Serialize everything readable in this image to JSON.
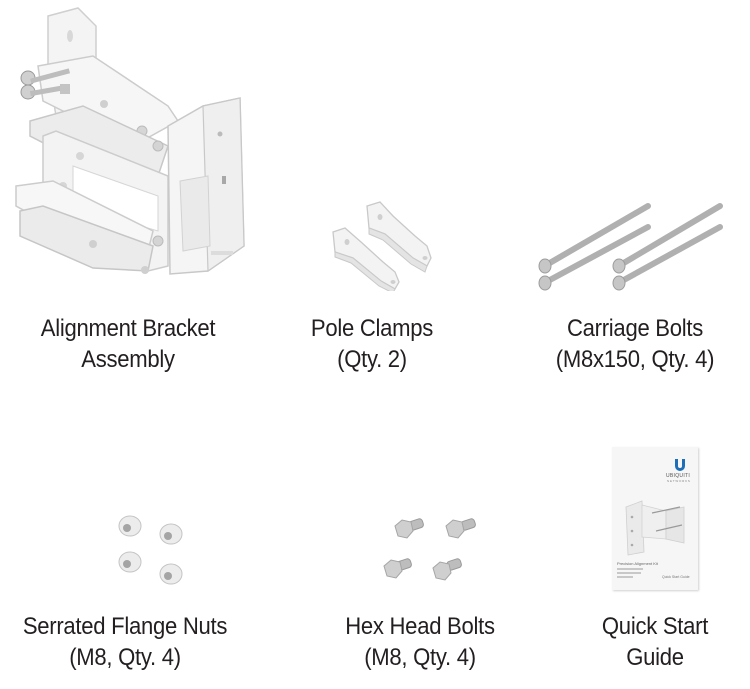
{
  "items": [
    {
      "id": "alignment-bracket",
      "icon": "bracket-assembly-illustration",
      "line1": "Alignment Bracket",
      "line2": "Assembly"
    },
    {
      "id": "pole-clamps",
      "icon": "pole-clamp-illustration",
      "line1": "Pole Clamps",
      "line2": "(Qty. 2)"
    },
    {
      "id": "carriage-bolts",
      "icon": "carriage-bolt-illustration",
      "line1": "Carriage Bolts",
      "line2": "(M8x150, Qty. 4)"
    },
    {
      "id": "serrated-flange-nuts",
      "icon": "flange-nut-illustration",
      "line1": "Serrated Flange Nuts",
      "line2": "(M8, Qty. 4)"
    },
    {
      "id": "hex-head-bolts",
      "icon": "hex-bolt-illustration",
      "line1": "Hex Head Bolts",
      "line2": "(M8, Qty. 4)"
    },
    {
      "id": "quick-start-guide",
      "icon": "booklet-illustration",
      "line1": "Quick Start",
      "line2": "Guide",
      "booklet": {
        "brand": "UBIQUITI",
        "brand_sub": "NETWORKS",
        "title": "Precision Alignment Kit",
        "footer": "Quick Start Guide"
      }
    }
  ],
  "colors": {
    "text": "#231f20",
    "metal_light": "#f2f2f2",
    "metal_edge": "#c8c8c8",
    "bolt": "#a8a8a8",
    "brand_blue": "#1f6fb8"
  }
}
